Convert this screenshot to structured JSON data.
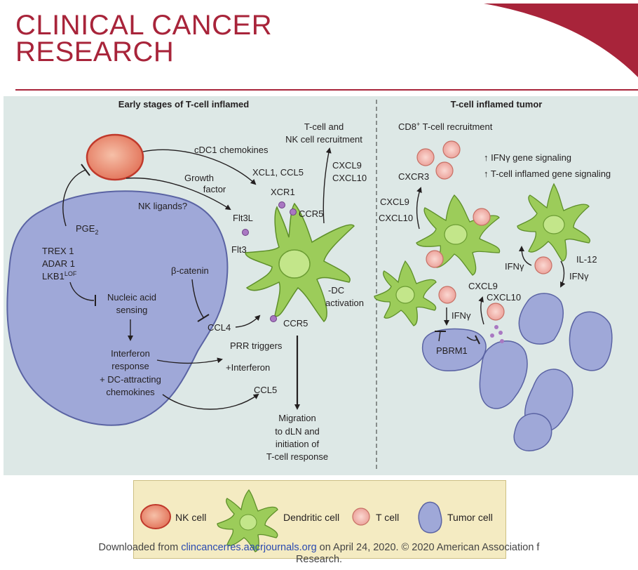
{
  "header": {
    "journal_line1": "CLINICAL CANCER",
    "journal_line2": "RESEARCH"
  },
  "left_panel": {
    "title": "Early stages of T-cell inflamed",
    "pge2": "PGE",
    "pge2_sub": "2",
    "trex1": "TREX 1",
    "adar1": "ADAR 1",
    "lkb1": "LKB1",
    "lkb1_sup": "LOF",
    "nucleic1": "Nucleic acid",
    "nucleic2": "sensing",
    "ifn1": "Interferon",
    "ifn2": "response",
    "ifn3": "+ DC-attracting",
    "ifn4": "chemokines",
    "bcat": "β-catenin",
    "ccl4": "CCL4",
    "ccl5": "CCL5",
    "prr": "PRR triggers",
    "plus_ifn": "+Interferon",
    "cdc1": "cDC1 chemokines",
    "xcl": "XCL1, CCL5",
    "growth1": "Growth",
    "growth2": "factor",
    "nk_lig": "NK ligands?",
    "flt3l": "Flt3L",
    "flt3": "Flt3",
    "xcr1": "XCR1",
    "ccr5_top": "CCR5",
    "ccr5_bot": "CCR5",
    "dc1": "-DC",
    "dc2": "activation",
    "tnk1": "T-cell and",
    "tnk2": "NK cell recruitment",
    "cxcl9": "CXCL9",
    "cxcl10": "CXCL10",
    "mig1": "Migration",
    "mig2": "to dLN and",
    "mig3": "initiation of",
    "mig4": "T-cell response"
  },
  "right_panel": {
    "title": "T-cell inflamed tumor",
    "cd8_pre": "CD8",
    "cd8_sup": "+",
    "cd8_post": " T-cell recruitment",
    "ifng_sig": "IFNγ gene signaling",
    "tcell_sig": "T-cell inflamed gene signaling",
    "cxcr3": "CXCR3",
    "cxcl9": "CXCL9",
    "cxcl10": "CXCL10",
    "ifng_a": "IFNγ",
    "il12": "IL-12",
    "ifng_b": "IFNγ",
    "cxcl9_b": "CXCL9",
    "cxcl10_b": "CXCL10",
    "ifng_c": "IFNγ",
    "pbrm1": "PBRM1"
  },
  "legend": {
    "nk": "NK cell",
    "dc": "Dendritic cell",
    "t": "T cell",
    "tumor": "Tumor cell"
  },
  "footer": {
    "pre": "Downloaded from ",
    "link": "clincancerres.aacrjournals.org",
    "post": " on April 24, 2020. © 2020 American Association f",
    "line2": "Research."
  },
  "colors": {
    "journal_red": "#a8243a",
    "panel_bg": "#dde8e6",
    "tumor_fill": "#9fa8d8",
    "dc_fill": "#9ccc5a",
    "nk_fill": "#e8826a",
    "tcell_fill": "#f0b0a8",
    "legend_bg": "#f4ebc2"
  }
}
